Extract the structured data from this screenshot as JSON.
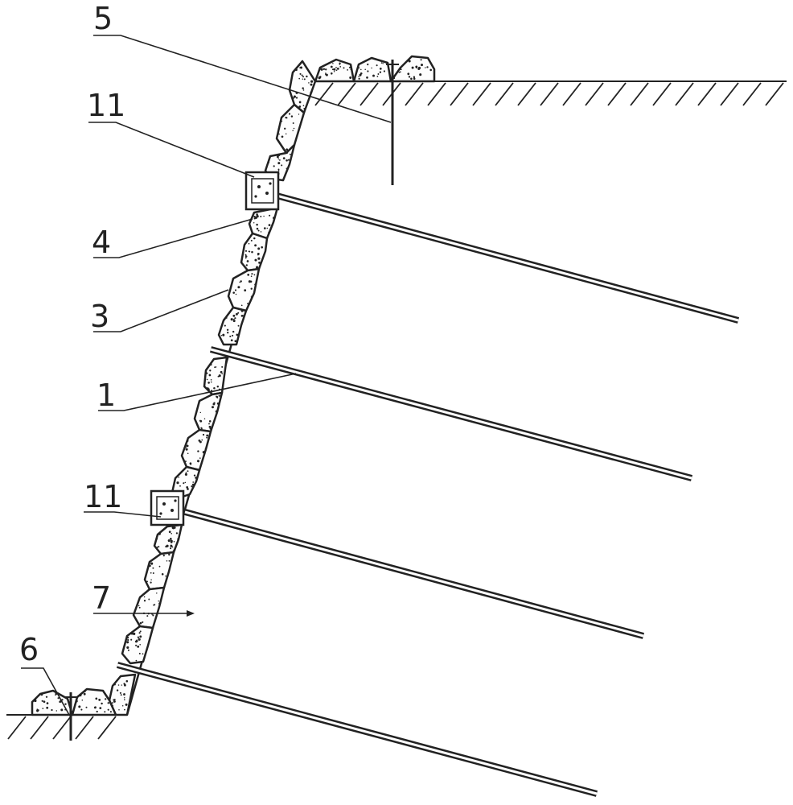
{
  "labels": {
    "l5": "5",
    "l11a": "11",
    "l4": "4",
    "l3": "3",
    "l1": "1",
    "l11b": "11",
    "l7": "7",
    "l6": "6"
  },
  "colors": {
    "ink": "#222222",
    "background": "#ffffff"
  }
}
